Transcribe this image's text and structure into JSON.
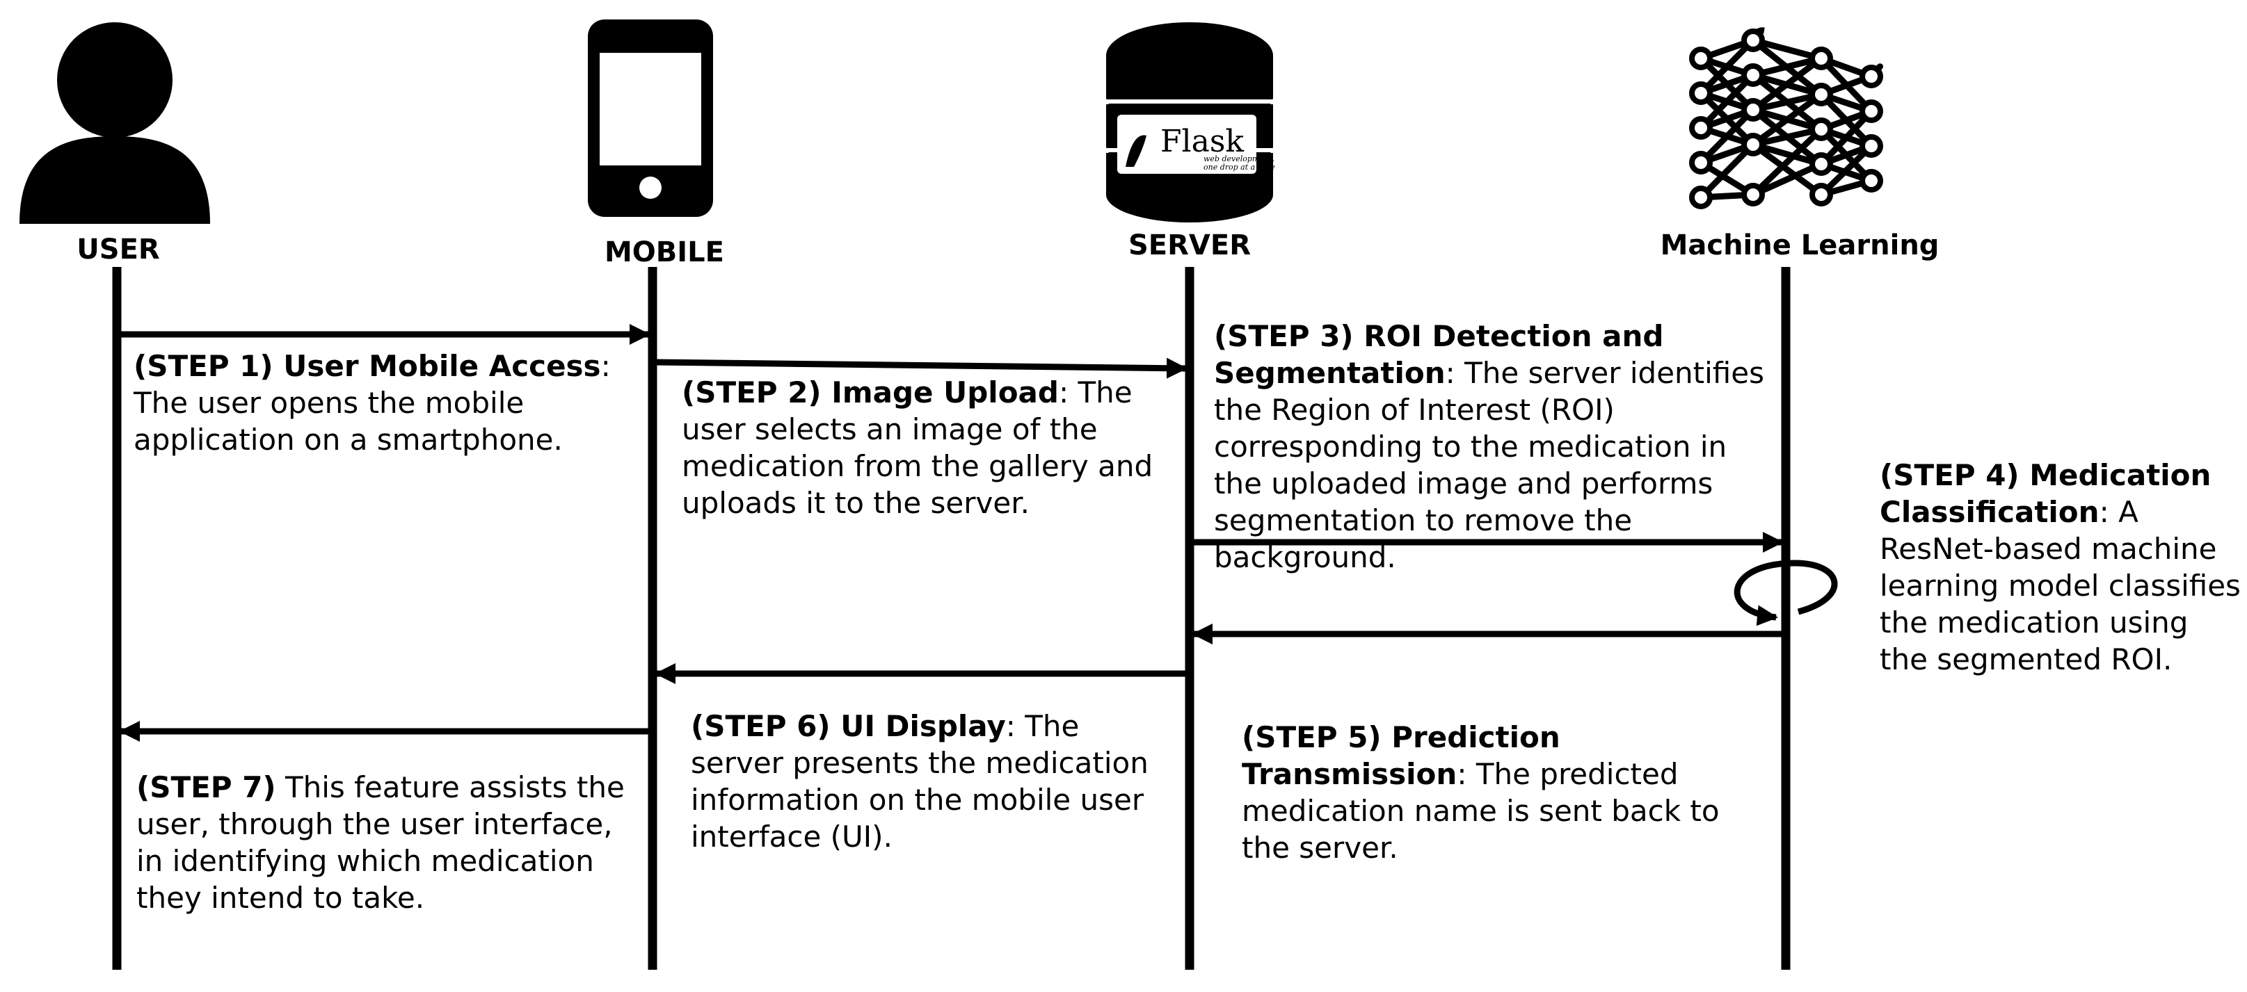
{
  "actors": {
    "user": {
      "label": "USER",
      "icon": "person-icon"
    },
    "mobile": {
      "label": "MOBILE",
      "icon": "smartphone-icon"
    },
    "server": {
      "label": "SERVER",
      "icon": "database-server-icon",
      "logo_text": "Flask",
      "logo_tagline_1": "web development,",
      "logo_tagline_2": "one drop at a time"
    },
    "ml": {
      "label": "Machine Learning",
      "icon": "neural-network-icon"
    }
  },
  "steps": [
    {
      "id": "step1",
      "title": "(STEP 1) User Mobile Access",
      "text": ": The user opens the mobile application on a smartphone.",
      "from": "user",
      "to": "mobile"
    },
    {
      "id": "step2",
      "title": "(STEP 2) Image Upload",
      "text": ": The user selects an image of the medication from the gallery and uploads it to the server.",
      "from": "mobile",
      "to": "server"
    },
    {
      "id": "step3",
      "title": "(STEP 3) ROI Detection and Segmentation",
      "text": ": The server identifies the Region of Interest (ROI) corresponding to the medication in the uploaded image and performs segmentation to remove the background.",
      "from": "server",
      "to": "ml"
    },
    {
      "id": "step4",
      "title": "(STEP 4) Medication Classification",
      "text": ": A ResNet-based machine learning model classifies the medication using the segmented ROI.",
      "from": "ml",
      "to": "ml"
    },
    {
      "id": "step5",
      "title": "(STEP 5) Prediction Transmission",
      "text": ": The predicted medication name is sent back to the server.",
      "from": "ml",
      "to": "server"
    },
    {
      "id": "step6",
      "title": "(STEP 6) UI Display",
      "text": ": The server presents the medication information on the mobile user interface (UI).",
      "from": "server",
      "to": "mobile"
    },
    {
      "id": "step7",
      "title": "(STEP 7)",
      "text": " This feature assists the user, through the user interface, in identifying which medication they intend to take.",
      "from": "mobile",
      "to": "user"
    }
  ]
}
